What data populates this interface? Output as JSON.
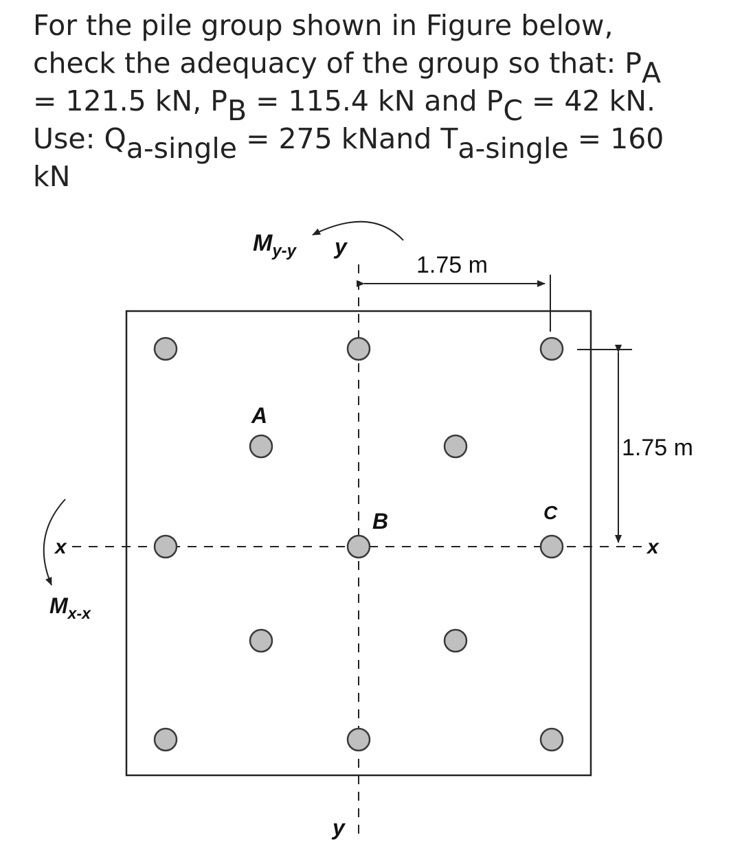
{
  "question": {
    "l1": "For the pile group shown in Figure below,",
    "l2_a": "check the adequacy of the group so that: P",
    "l2_sub": "A",
    "l3_a": "= 121.5 kN, P",
    "l3_sub1": "B",
    "l3_b": " = 115.4 kN and P",
    "l3_sub2": "C",
    "l3_c": " = 42 kN.",
    "l4_a": "Use: Q",
    "l4_sub1": "a-single",
    "l4_b": " = 275 kNand T",
    "l4_sub2": "a-single",
    "l4_c": " = 160",
    "l5": "kN"
  },
  "figure": {
    "moment_yy_main": "M",
    "moment_yy_sub": "y-y",
    "moment_xx_main": "M",
    "moment_xx_sub": "x-x",
    "axis_y_top": "y",
    "axis_y_bottom": "y",
    "axis_x_left": "x",
    "axis_x_right": "x",
    "dim_horizontal": "1.75 m",
    "dim_vertical": "1.75 m",
    "pile_a_label": "A",
    "pile_b_label": "B",
    "pile_c_label": "C"
  },
  "colors": {
    "pile_fill": "#bfbfbf",
    "pile_stroke": "#3a3a3a",
    "line": "#222222",
    "text": "#222222"
  }
}
